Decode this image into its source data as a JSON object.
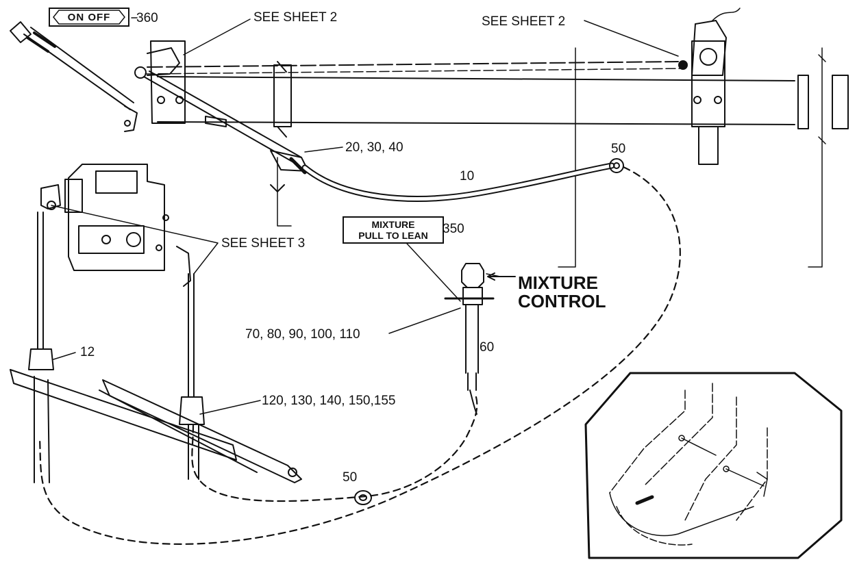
{
  "labels": {
    "see_sheet_2_left": "SEE SHEET 2",
    "see_sheet_2_right": "SEE SHEET 2",
    "see_sheet_3": "SEE SHEET 3",
    "part_360": "360",
    "part_20_30_40": "20, 30, 40",
    "part_10": "10",
    "part_50_top": "50",
    "part_350": "350",
    "part_70_110": "70, 80, 90, 100, 110",
    "part_60": "60",
    "part_12": "12",
    "part_120_155": "120, 130, 140, 150,155",
    "part_50_bottom": "50",
    "mixture_control_line1": "MIXTURE",
    "mixture_control_line2": "CONTROL"
  },
  "placards": {
    "on_off": "ON   OFF",
    "mixture_line1": "MIXTURE",
    "mixture_line2": "PULL TO LEAN"
  }
}
